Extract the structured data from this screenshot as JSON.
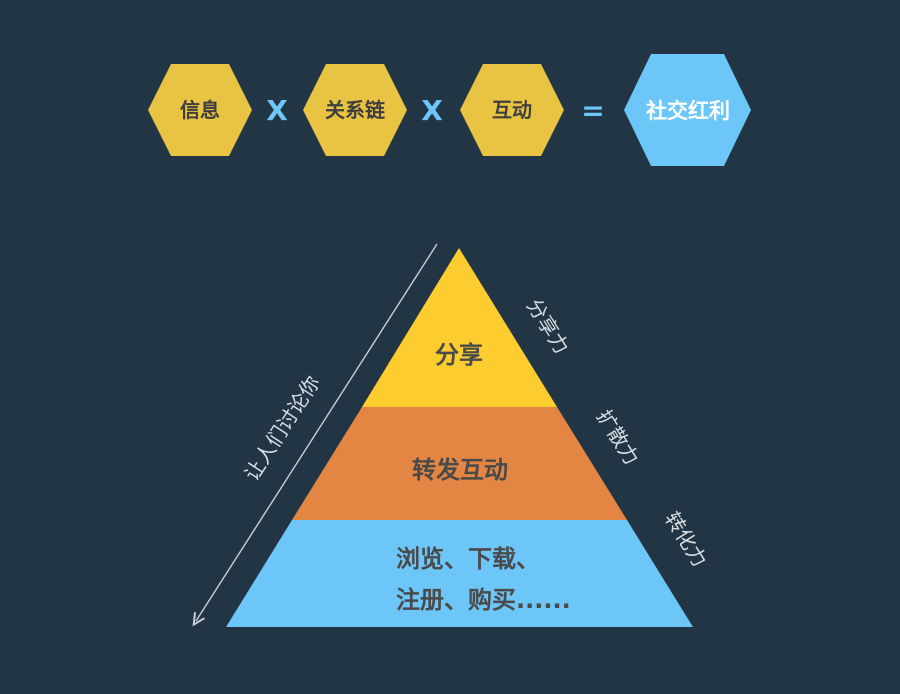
{
  "equation": {
    "terms": [
      "信息",
      "关系链",
      "互动"
    ],
    "operator_multiply": "X",
    "operator_equals": "=",
    "result": "社交红利"
  },
  "pyramid": {
    "tiers": [
      {
        "lines": [
          "分享"
        ],
        "side": "分享力"
      },
      {
        "lines": [
          "转发互动"
        ],
        "side": "扩散力"
      },
      {
        "lines": [
          "浏览、下载、",
          "注册、购买......"
        ],
        "side": "转化力"
      }
    ],
    "arrow_label": "让人们讨论你"
  },
  "colors": {
    "background": "#213545",
    "hex_yellow": "#e9c443",
    "hex_blue": "#6cc6f7",
    "tier_top": "#fdcd2f",
    "tier_middle": "#e48643",
    "tier_bottom": "#6cc6f7",
    "arrow": "#c8ced4"
  }
}
